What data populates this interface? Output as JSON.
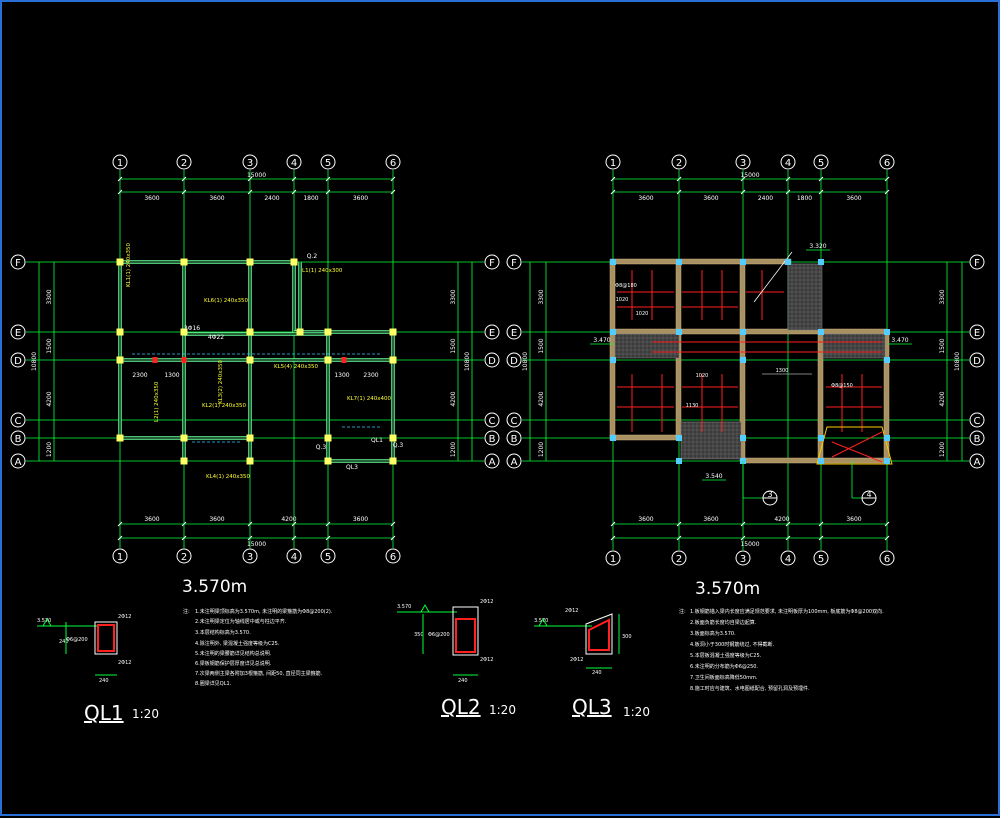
{
  "grid_labels": {
    "cols": [
      "1",
      "2",
      "3",
      "4",
      "5",
      "6"
    ],
    "rows": [
      "F",
      "E",
      "D",
      "C",
      "B",
      "A"
    ]
  },
  "plan_left": {
    "level": "3.570m",
    "top_dims": [
      "3600",
      "3600",
      "2400",
      "1800",
      "3600"
    ],
    "top_total": "15000",
    "bottom_dims": [
      "3600",
      "3600",
      "4200",
      "3600"
    ],
    "bottom_total": "15000",
    "side_dims": [
      "3300",
      "1500",
      "4200",
      "1200"
    ],
    "side_total": "10800",
    "inner_labels": [
      "2300",
      "1300",
      "1300",
      "2300",
      "3Φ16",
      "4Φ22",
      "Q.2",
      "Q.3",
      "Q.3",
      "QL1",
      "QL3"
    ],
    "beam_tags": [
      "KL6(1) 240x350",
      "KL3(2) 240x350",
      "KL5(4) 240x350",
      "KL2(1) 240x350",
      "KL1(1) 240x350",
      "KL4(1) 240x350",
      "KL7(1) 240x400",
      "L1(1) 240x300",
      "L2(1) 240x350"
    ]
  },
  "plan_right": {
    "level": "3.570m",
    "top_dims": [
      "3600",
      "3600",
      "2400",
      "1800",
      "3600"
    ],
    "top_total": "15000",
    "bottom_dims": [
      "3600",
      "3600",
      "4200",
      "3600"
    ],
    "bottom_total": "15000",
    "side_dims": [
      "3300",
      "1500",
      "4200",
      "1200"
    ],
    "side_total": "10800",
    "levels": [
      "3.320",
      "3.470",
      "3.470",
      "3.540"
    ],
    "slab_labels": [
      "Φ8@180",
      "1020",
      "1020",
      "1300",
      "1020",
      "Φ8@150",
      "1130"
    ],
    "callouts": [
      "3",
      "4"
    ]
  },
  "sections": [
    {
      "name": "QL1",
      "scale": "1:20",
      "level": "3.570",
      "top": "2Φ12",
      "bottom": "2Φ12",
      "stirrup": "Φ6@200",
      "h": "240",
      "w": "240"
    },
    {
      "name": "QL2",
      "scale": "1:20",
      "level": "3.570",
      "top": "2Φ12",
      "bottom": "2Φ12",
      "stirrup": "Φ6@200",
      "h": "350",
      "w": "240"
    },
    {
      "name": "QL3",
      "scale": "1:20",
      "level": "3.570",
      "top": "2Φ12",
      "bottom": "2Φ12",
      "h": "300",
      "w": "240"
    }
  ],
  "notes_left": {
    "head": "注:",
    "lines": [
      "1.未注明梁顶标高为3.570m, 未注明的梁箍筋为Φ8@200(2).",
      "2.未注明梁定位为轴线居中或与柱边平齐.",
      "3.本层结构标高为3.570.",
      "4.除注明外, 梁混凝土强度等级为C25.",
      "5.未注明的梁腰筋详见结构总说明.",
      "6.梁板钢筋保护层厚度详见总说明.",
      "7.次梁两侧主梁各附加3根箍筋, 间距50, 直径同主梁箍筋.",
      "8.圈梁详见QL1."
    ]
  },
  "notes_right": {
    "head": "注:",
    "lines": [
      "1.板钢筋锚入梁内长度应满足规范要求, 未注明板厚为100mm, 板底筋为Φ8@200双向.",
      "2.板面负筋长度均自梁边起算.",
      "3.板面标高为3.570.",
      "4.板洞小于300时钢筋绕过, 不得截断.",
      "5.本层板混凝土强度等级为C25.",
      "6.未注明的分布筋为Φ6@250.",
      "7.卫生间板面标高降低50mm.",
      "8.施工时应与建筑、水电图纸配合, 预留孔洞及预埋件."
    ]
  },
  "colors": {
    "background": "#000000",
    "grid": "#00ff3c",
    "text": "#ffffff",
    "beam_tag": "#ffff33",
    "column": "#ffff66",
    "rebar": "#ff2020",
    "frame": "#2a6fd6"
  }
}
